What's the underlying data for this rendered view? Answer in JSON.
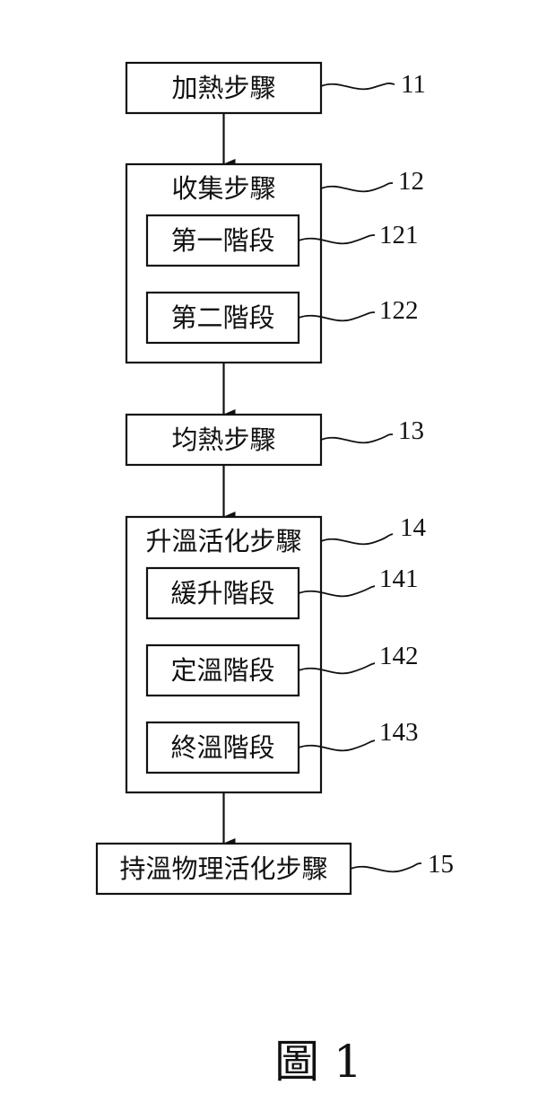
{
  "steps": [
    {
      "label": "加熱步驟",
      "ref": "11"
    },
    {
      "label": "收集步驟",
      "ref": "12",
      "substeps": [
        {
          "label": "第一階段",
          "ref": "121"
        },
        {
          "label": "第二階段",
          "ref": "122"
        }
      ]
    },
    {
      "label": "均熱步驟",
      "ref": "13"
    },
    {
      "label": "升溫活化步驟",
      "ref": "14",
      "substeps": [
        {
          "label": "緩升階段",
          "ref": "141"
        },
        {
          "label": "定溫階段",
          "ref": "142"
        },
        {
          "label": "終溫階段",
          "ref": "143"
        }
      ]
    },
    {
      "label": "持溫物理活化步驟",
      "ref": "15"
    }
  ],
  "figure_caption": "圖 1"
}
